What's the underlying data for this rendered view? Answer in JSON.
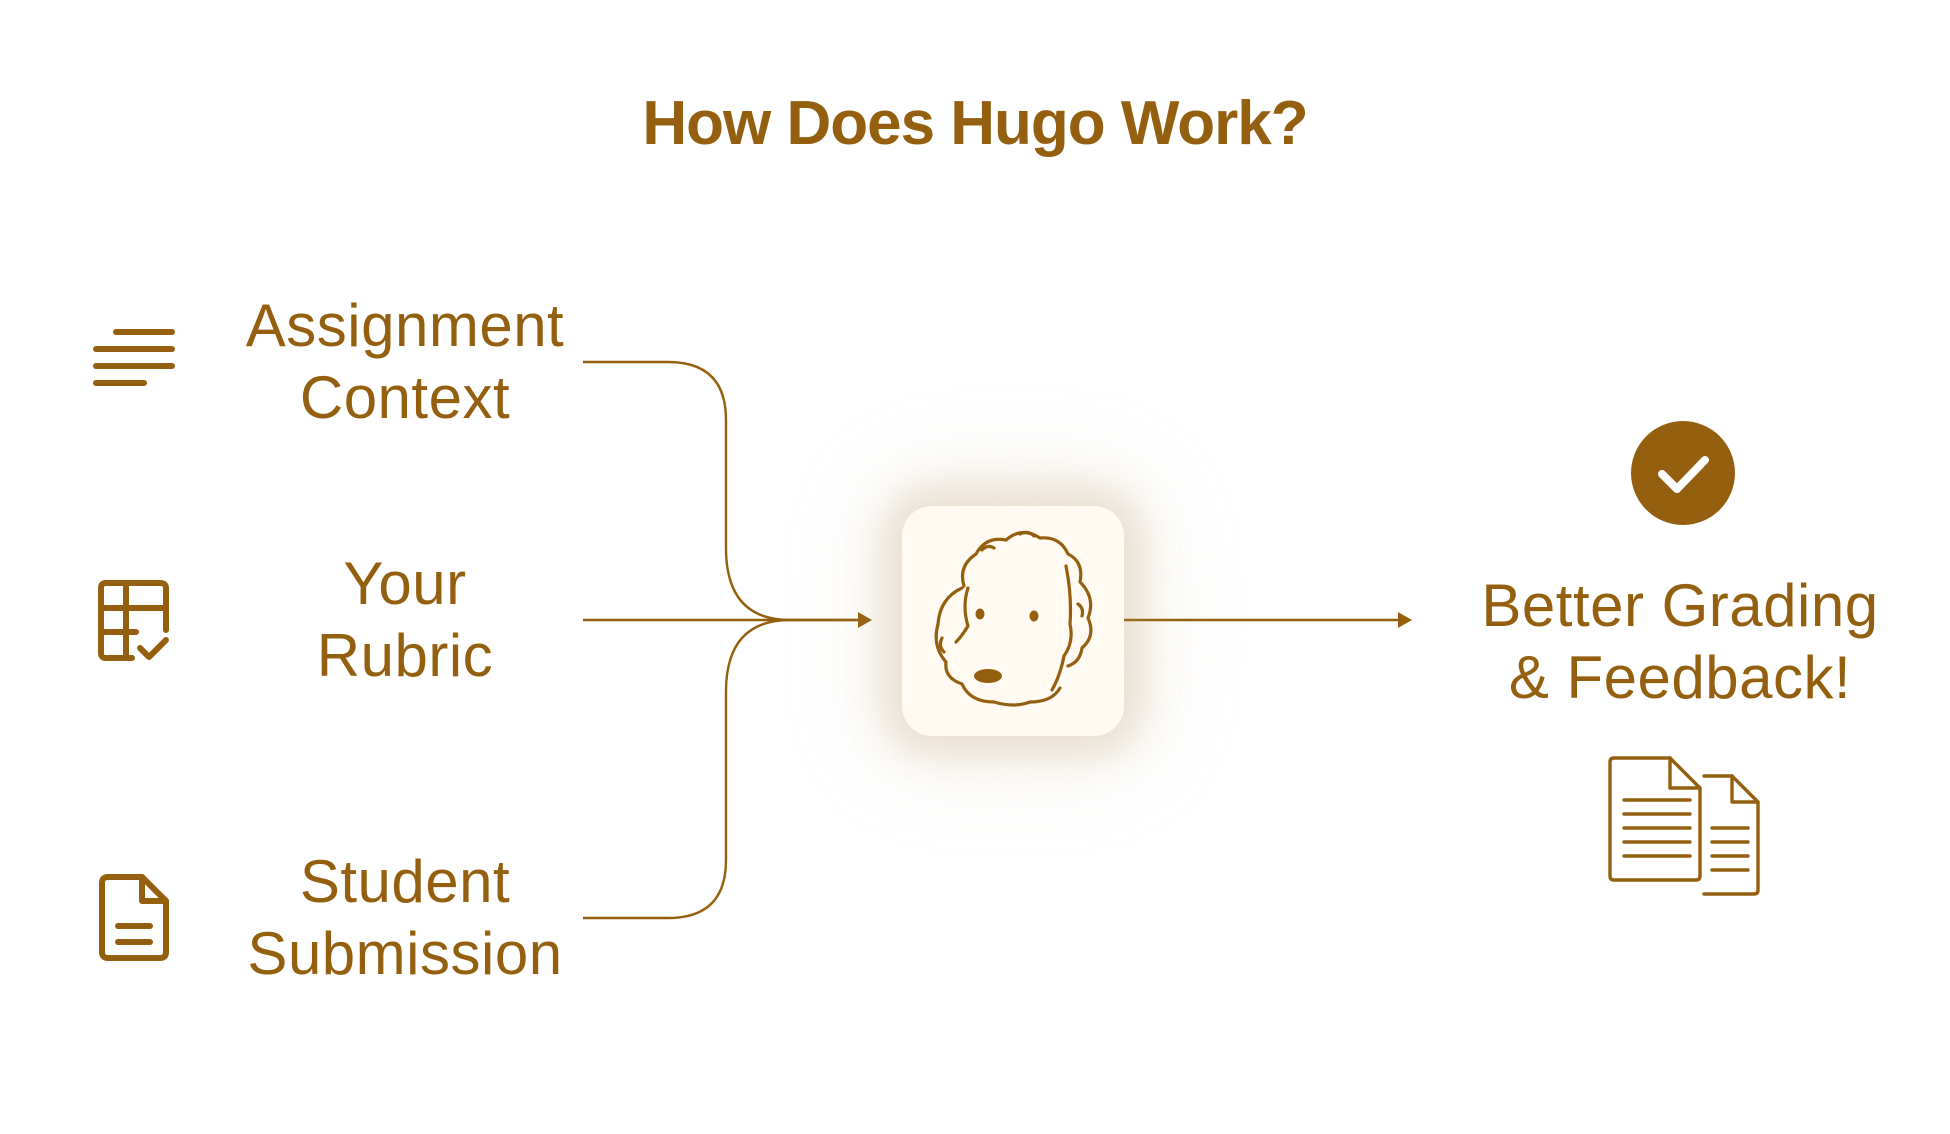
{
  "title": "How Does Hugo Work?",
  "colors": {
    "brand": "#94600f",
    "hub_background": "#fffbf2",
    "page_background": "#ffffff"
  },
  "inputs": [
    {
      "lines": [
        "Assignment",
        "Context"
      ],
      "icon": "text-lines-icon"
    },
    {
      "lines": [
        "Your",
        "Rubric"
      ],
      "icon": "rubric-table-check-icon"
    },
    {
      "lines": [
        "Student",
        "Submission"
      ],
      "icon": "document-icon"
    }
  ],
  "hub": {
    "icon": "hugo-dog-face-icon"
  },
  "output": {
    "lines": [
      "Better Grading",
      "& Feedback!"
    ],
    "status_icon": "check-circle-icon",
    "docs_icon": "stacked-documents-icon"
  }
}
